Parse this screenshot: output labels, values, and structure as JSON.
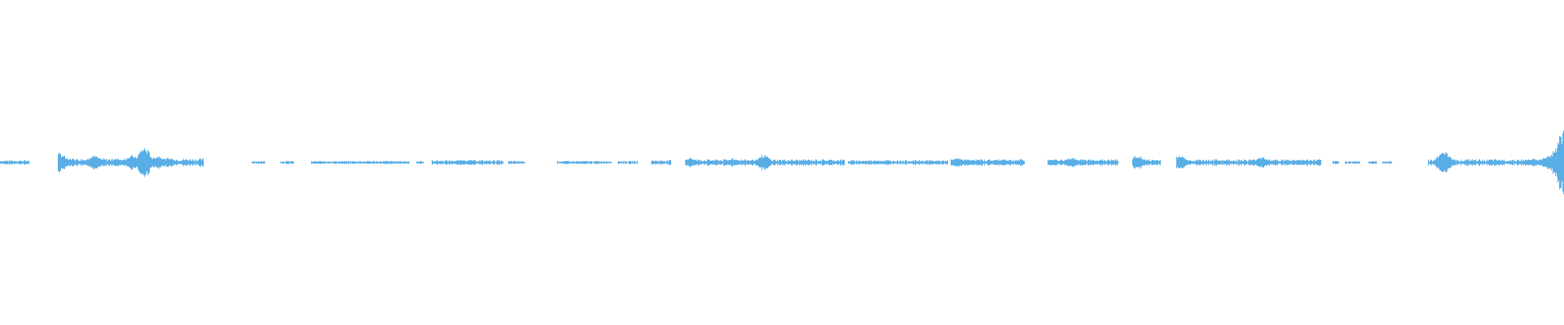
{
  "waveform": {
    "color": "#5aaee6",
    "background": "#ffffff",
    "total_duration_fraction": 1.0,
    "segments": [
      {
        "start": 0.0,
        "end": 0.0185,
        "level": 0.03
      },
      {
        "start": 0.037,
        "end": 0.13,
        "level": 0.05
      },
      {
        "start": 0.161,
        "end": 0.17,
        "level": 0.02
      },
      {
        "start": 0.179,
        "end": 0.188,
        "level": 0.02
      },
      {
        "start": 0.199,
        "end": 0.262,
        "level": 0.02
      },
      {
        "start": 0.266,
        "end": 0.271,
        "level": 0.02
      },
      {
        "start": 0.276,
        "end": 0.322,
        "level": 0.03
      },
      {
        "start": 0.325,
        "end": 0.336,
        "level": 0.02
      },
      {
        "start": 0.356,
        "end": 0.391,
        "level": 0.02
      },
      {
        "start": 0.395,
        "end": 0.408,
        "level": 0.02
      },
      {
        "start": 0.416,
        "end": 0.429,
        "level": 0.03
      },
      {
        "start": 0.438,
        "end": 0.54,
        "level": 0.04
      },
      {
        "start": 0.542,
        "end": 0.606,
        "level": 0.03
      },
      {
        "start": 0.608,
        "end": 0.655,
        "level": 0.04
      },
      {
        "start": 0.67,
        "end": 0.715,
        "level": 0.04
      },
      {
        "start": 0.724,
        "end": 0.742,
        "level": 0.04
      },
      {
        "start": 0.752,
        "end": 0.845,
        "level": 0.04
      },
      {
        "start": 0.852,
        "end": 0.856,
        "level": 0.02
      },
      {
        "start": 0.86,
        "end": 0.87,
        "level": 0.02
      },
      {
        "start": 0.875,
        "end": 0.88,
        "level": 0.02
      },
      {
        "start": 0.884,
        "end": 0.89,
        "level": 0.02
      },
      {
        "start": 0.913,
        "end": 1.0,
        "level": 0.04
      }
    ],
    "peaks": [
      {
        "t": 0.038,
        "amp": 0.12
      },
      {
        "t": 0.046,
        "amp": 0.05
      },
      {
        "t": 0.06,
        "amp": 0.09
      },
      {
        "t": 0.075,
        "amp": 0.05
      },
      {
        "t": 0.084,
        "amp": 0.09
      },
      {
        "t": 0.092,
        "amp": 0.2
      },
      {
        "t": 0.101,
        "amp": 0.09
      },
      {
        "t": 0.108,
        "amp": 0.06
      },
      {
        "t": 0.295,
        "amp": 0.03
      },
      {
        "t": 0.3,
        "amp": 0.03
      },
      {
        "t": 0.441,
        "amp": 0.06
      },
      {
        "t": 0.468,
        "amp": 0.05
      },
      {
        "t": 0.488,
        "amp": 0.1
      },
      {
        "t": 0.514,
        "amp": 0.03
      },
      {
        "t": 0.56,
        "amp": 0.03
      },
      {
        "t": 0.612,
        "amp": 0.06
      },
      {
        "t": 0.621,
        "amp": 0.04
      },
      {
        "t": 0.641,
        "amp": 0.04
      },
      {
        "t": 0.673,
        "amp": 0.04
      },
      {
        "t": 0.685,
        "amp": 0.06
      },
      {
        "t": 0.7,
        "amp": 0.03
      },
      {
        "t": 0.727,
        "amp": 0.09
      },
      {
        "t": 0.754,
        "amp": 0.09
      },
      {
        "t": 0.807,
        "amp": 0.07
      },
      {
        "t": 0.83,
        "amp": 0.03
      },
      {
        "t": 0.923,
        "amp": 0.16
      },
      {
        "t": 0.98,
        "amp": 0.05
      },
      {
        "t": 0.99,
        "amp": 0.1
      },
      {
        "t": 0.996,
        "amp": 0.22
      },
      {
        "t": 0.999,
        "amp": 0.4
      }
    ]
  }
}
